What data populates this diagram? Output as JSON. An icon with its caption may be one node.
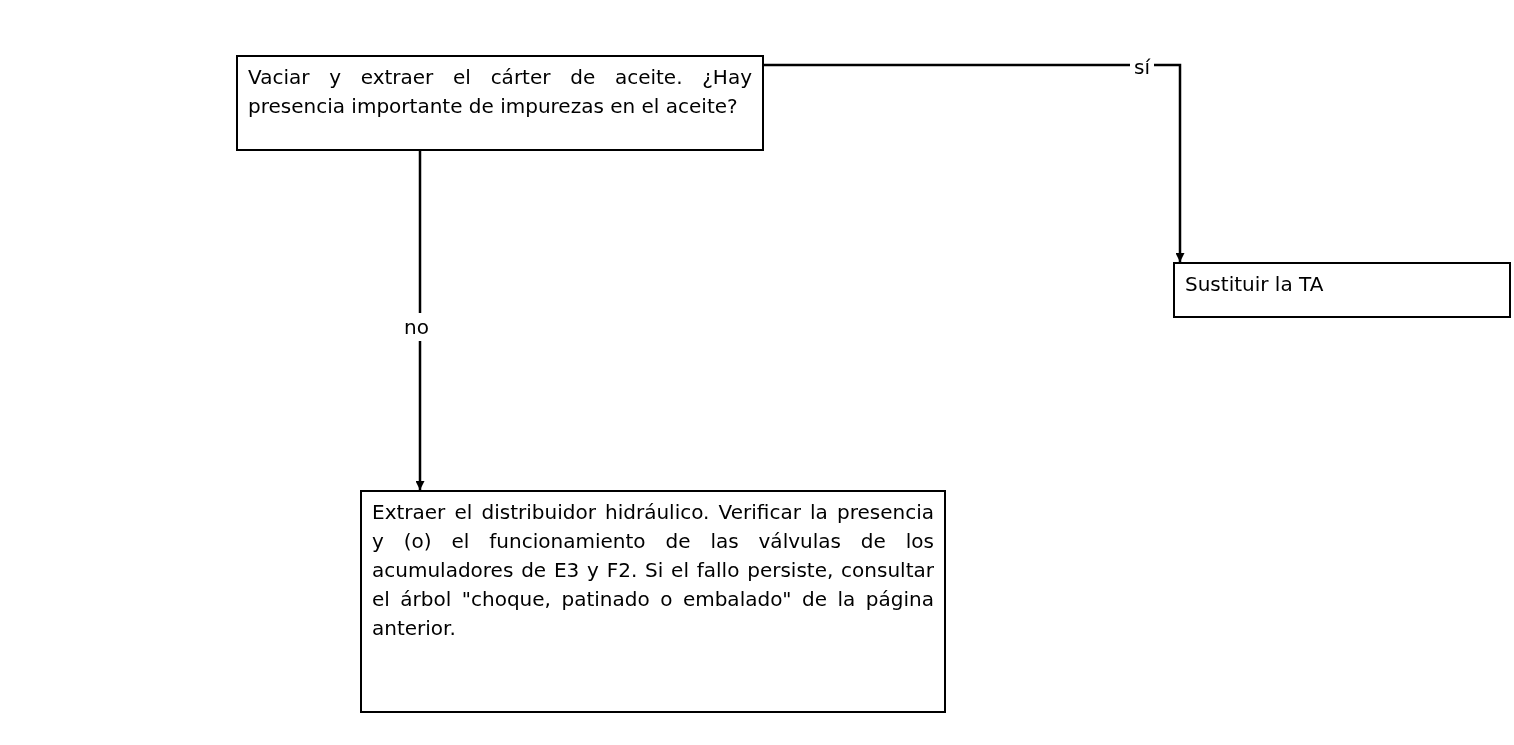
{
  "diagram": {
    "nodes": [
      {
        "text": [
          "Vaciar y extraer el cárter de aceite. ¿Hay presencia importante de impurezas en el aceite?"
        ]
      },
      {
        "text": [
          "Sustituir la TA"
        ]
      },
      {
        "text": [
          "Extraer el distribuidor hidráulico. Verificar la presencia y (o) el funcionamiento de las válvulas de los acumuladores de E3 y F2. Si el fallo persiste, consultar el árbol \"choque, patinado o embalado\" de la página anterior."
        ]
      }
    ],
    "edges": [
      {
        "from": 0,
        "to": 1,
        "arrow": "to",
        "label": "sí"
      },
      {
        "from": 0,
        "to": 2,
        "arrow": "to",
        "label": "no"
      }
    ]
  }
}
